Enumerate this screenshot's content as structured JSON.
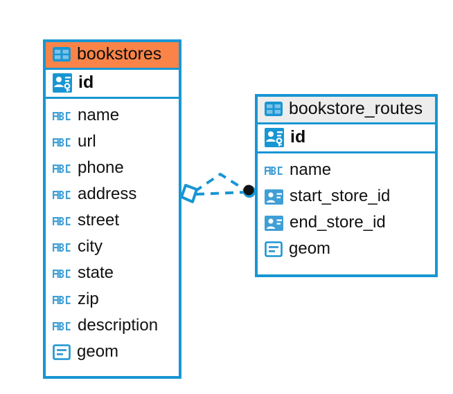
{
  "diagram": {
    "type": "entity-relationship-diagram",
    "background_color": "#ffffff",
    "accent_color": "#fa8448",
    "border_color": "#1896d3",
    "header_plain_color": "#ededed"
  },
  "entities": [
    {
      "name": "bookstores",
      "header_style": "accent",
      "table_icon": "table-icon",
      "primary_key": {
        "name": "id",
        "icon": "primary-key-icon"
      },
      "fields": [
        {
          "name": "name",
          "icon": "abc-text-icon",
          "type": "text"
        },
        {
          "name": "url",
          "icon": "abc-text-icon",
          "type": "text"
        },
        {
          "name": "phone",
          "icon": "abc-text-icon",
          "type": "text"
        },
        {
          "name": "address",
          "icon": "abc-text-icon",
          "type": "text"
        },
        {
          "name": "street",
          "icon": "abc-text-icon",
          "type": "text"
        },
        {
          "name": "city",
          "icon": "abc-text-icon",
          "type": "text"
        },
        {
          "name": "state",
          "icon": "abc-text-icon",
          "type": "text"
        },
        {
          "name": "zip",
          "icon": "abc-text-icon",
          "type": "text"
        },
        {
          "name": "description",
          "icon": "abc-text-icon",
          "type": "text"
        },
        {
          "name": "geom",
          "icon": "geometry-icon",
          "type": "geometry"
        }
      ]
    },
    {
      "name": "bookstore_routes",
      "header_style": "plain",
      "table_icon": "table-icon",
      "primary_key": {
        "name": "id",
        "icon": "primary-key-icon"
      },
      "fields": [
        {
          "name": "name",
          "icon": "abc-text-icon",
          "type": "text"
        },
        {
          "name": "start_store_id",
          "icon": "foreign-key-icon",
          "type": "reference"
        },
        {
          "name": "end_store_id",
          "icon": "foreign-key-icon",
          "type": "reference"
        },
        {
          "name": "geom",
          "icon": "geometry-icon",
          "type": "geometry"
        }
      ]
    }
  ],
  "relationship": {
    "style": "dashed",
    "color": "#1896d3",
    "source_marker": "diamond",
    "target_marker": "filled-circle",
    "source_entity": "bookstores",
    "target_entity": "bookstore_routes"
  }
}
